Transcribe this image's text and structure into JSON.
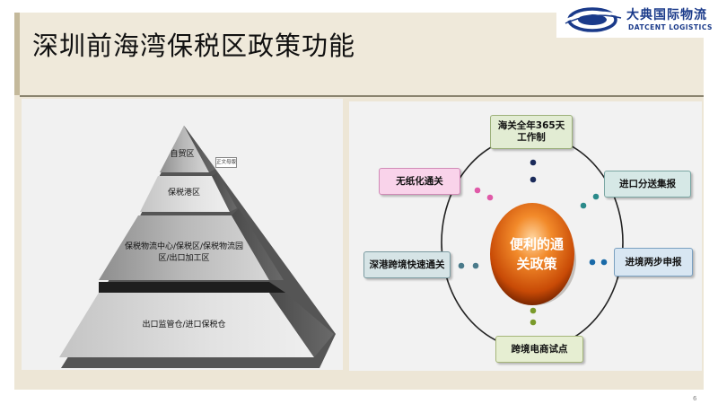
{
  "slide": {
    "title": "深圳前海湾保税区政策功能",
    "page_number": "6"
  },
  "logo": {
    "cn": "大典国际物流",
    "en": "DATCENT LOGISTICS"
  },
  "pyramid": {
    "levels": [
      {
        "label_lines": [
          "自贸区"
        ]
      },
      {
        "label_lines": [
          "保税港区"
        ]
      },
      {
        "label_lines": [
          "保税物流中心/保税区/保税物流园",
          "区/出口加工区"
        ]
      },
      {
        "label_lines": [
          "出口监管仓/进口保税仓"
        ]
      }
    ],
    "tooltip": "正文母版"
  },
  "policy": {
    "center_lines": [
      "便利的通",
      "关政策"
    ],
    "boxes": [
      {
        "lines": [
          "海关全年365天",
          "工作制"
        ],
        "color": "#e2ecd3"
      },
      {
        "lines": [
          "进口分送集报"
        ],
        "color": "#d6e8e6"
      },
      {
        "lines": [
          "进境两步申报"
        ],
        "color": "#d8e6f2"
      },
      {
        "lines": [
          "跨境电商试点"
        ],
        "color": "#e6eed2"
      },
      {
        "lines": [
          "深港跨境快速通关"
        ],
        "color": "#d6e4e6"
      },
      {
        "lines": [
          "无纸化通关"
        ],
        "color": "#f9d3ea"
      }
    ]
  },
  "colors": {
    "title_underline": "#8a8470",
    "logo_blue": "#1a3a8a",
    "center_orange": "#e86a10",
    "center_dark": "#b83c00"
  }
}
